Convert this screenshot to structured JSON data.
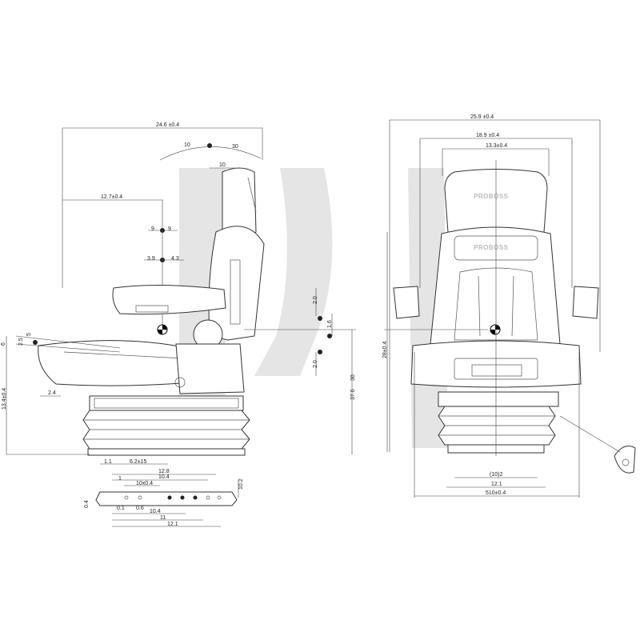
{
  "brand": {
    "backrest_logo": "PROBOSS",
    "headrest_logo": "PROBOSS"
  },
  "side_view": {
    "overall_length": "24.6 ±0.4",
    "cg_offset": "12.7±0.4",
    "recline_fwd": "10",
    "recline_back": "30",
    "backrest_step": "10",
    "armrest_adj": [
      "9",
      "9"
    ],
    "armrest_adj2": [
      "3.9",
      "4.3"
    ],
    "height_adj_a": "2.0",
    "height_adj_b": "1.6",
    "height_adj_c": "2.0",
    "total_height": "37.6",
    "suspension_height": "30",
    "base_height": "13.4±0.4",
    "cushion_tilt": [
      "6",
      "2.5",
      "5"
    ],
    "cushion_gap": "2.4",
    "slide_a": "1.1",
    "slide_b": "6.2±15"
  },
  "rail_detail": {
    "r1": "12.8",
    "r2": "10.4",
    "r3": "10x0.4",
    "r4": "1",
    "r5": "0.4",
    "r6": "0.1",
    "r7": "0.6",
    "r8": "10.4",
    "r9": "11",
    "r10": "12.1",
    "r11": "10.2"
  },
  "front_view": {
    "overall_width": "25.9 ±0.4",
    "armrest_width": "18.9 ±0.4",
    "backrest_width": "13.3±0.4",
    "cg_height": "28±0.4",
    "base_inner": "(10)2",
    "base_mid": "12.1",
    "base_total": "510±0.4"
  }
}
